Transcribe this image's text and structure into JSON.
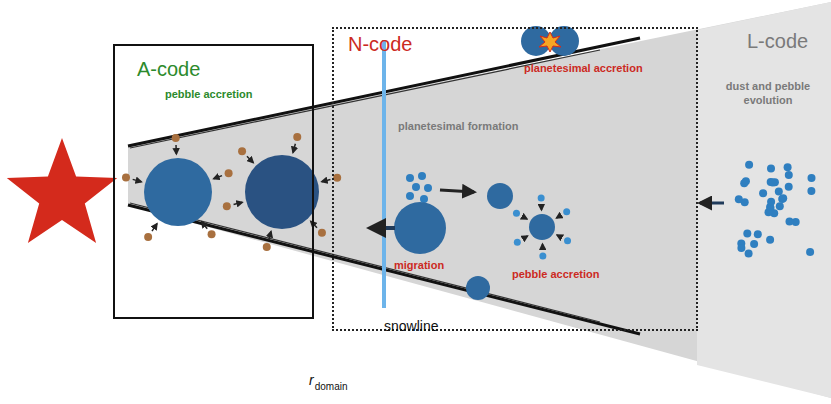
{
  "diagram": {
    "nodes": [
      {
        "text": [
          "A-code"
        ]
      },
      {
        "text": [
          "N-code"
        ]
      }
    ],
    "labels": [
      "pebble accretion",
      "planetesimal formation",
      "planetesimal accretion",
      "migration",
      "pebble accretion",
      "snowline",
      "L-code",
      "dust and pebble evolution",
      "r",
      "domain"
    ]
  }
}
